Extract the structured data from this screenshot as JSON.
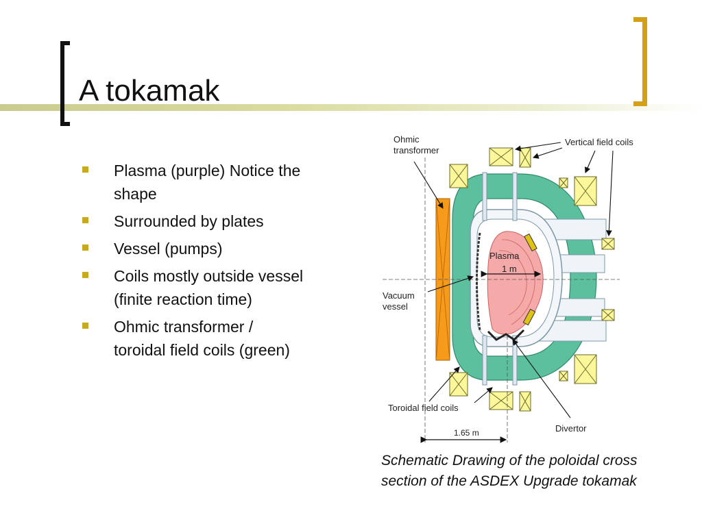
{
  "slide": {
    "title": "A tokamak",
    "bullets": [
      {
        "lines": [
          "Plasma (purple) Notice the",
          "shape"
        ]
      },
      {
        "lines": [
          "Surrounded by plates"
        ]
      },
      {
        "lines": [
          "Vessel (pumps)"
        ]
      },
      {
        "lines": [
          "Coils mostly outside vessel",
          "(finite reaction time)"
        ]
      },
      {
        "lines": [
          "Ohmic transformer /",
          "toroidal field coils (green)"
        ]
      }
    ],
    "caption": {
      "line1": "Schematic Drawing of the poloidal cross",
      "line2": "section of the ASDEX Upgrade tokamak"
    }
  },
  "diagram": {
    "labels": {
      "ohmic_line1": "Ohmic",
      "ohmic_line2": "transformer",
      "vertical_coils": "Vertical field coils",
      "plasma": "Plasma",
      "plasma_size": "1 m",
      "vacuum_line1": "Vacuum",
      "vacuum_line2": "vessel",
      "toroidal_coils": "Toroidal field coils",
      "divertor": "Divertor",
      "radius": "1.65 m"
    },
    "colors": {
      "toroidal_coil": "#5cbf9e",
      "plasma": "#f5a9a9",
      "ohmic": "#f59a1a",
      "poloidal_coil": "#fbf79a",
      "accent": "#d4a017"
    }
  }
}
